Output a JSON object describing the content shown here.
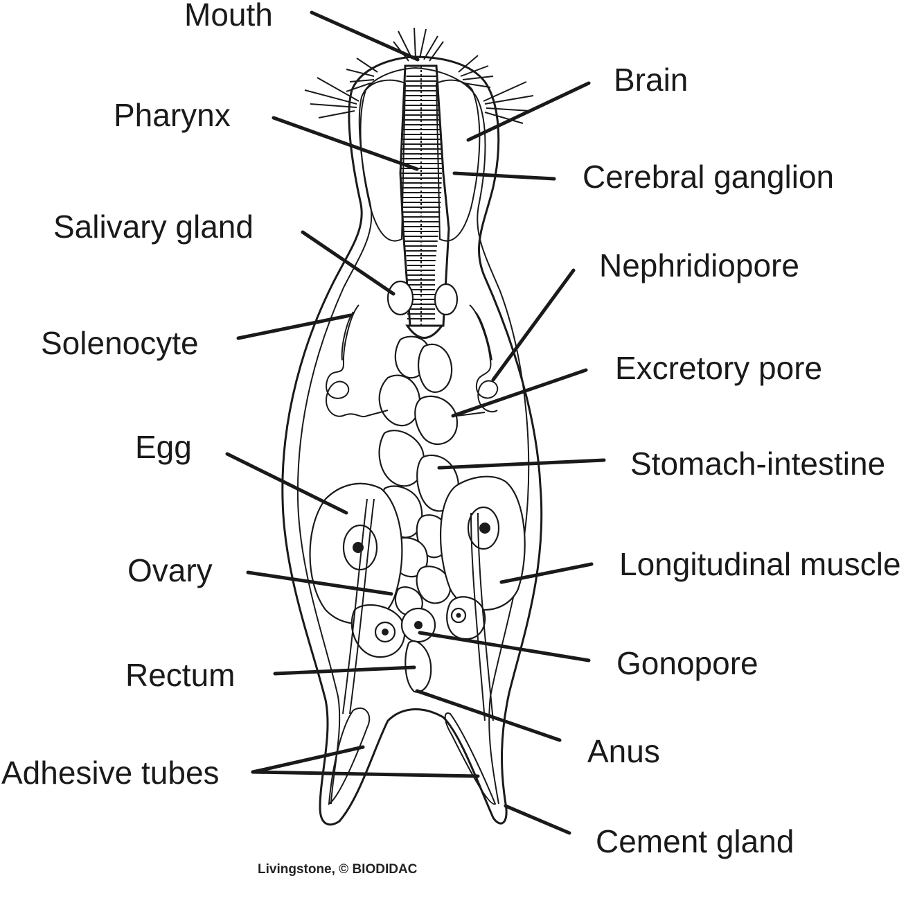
{
  "labels": {
    "mouth": "Mouth",
    "pharynx": "Pharynx",
    "salivary_gland": "Salivary gland",
    "solenocyte": "Solenocyte",
    "egg": "Egg",
    "ovary": "Ovary",
    "rectum": "Rectum",
    "adhesive_tubes": "Adhesive tubes",
    "brain": "Brain",
    "cerebral_ganglion": "Cerebral ganglion",
    "nephridiopore": "Nephridiopore",
    "excretory_pore": "Excretory pore",
    "stomach_intestine": "Stomach-intestine",
    "longitudinal_muscle": "Longitudinal muscle",
    "gonopore": "Gonopore",
    "anus": "Anus",
    "cement_gland": "Cement gland"
  },
  "credit": "Livingstone, © BIODIDAC",
  "colors": {
    "ink": "#1a1a1a",
    "background": "#ffffff"
  }
}
